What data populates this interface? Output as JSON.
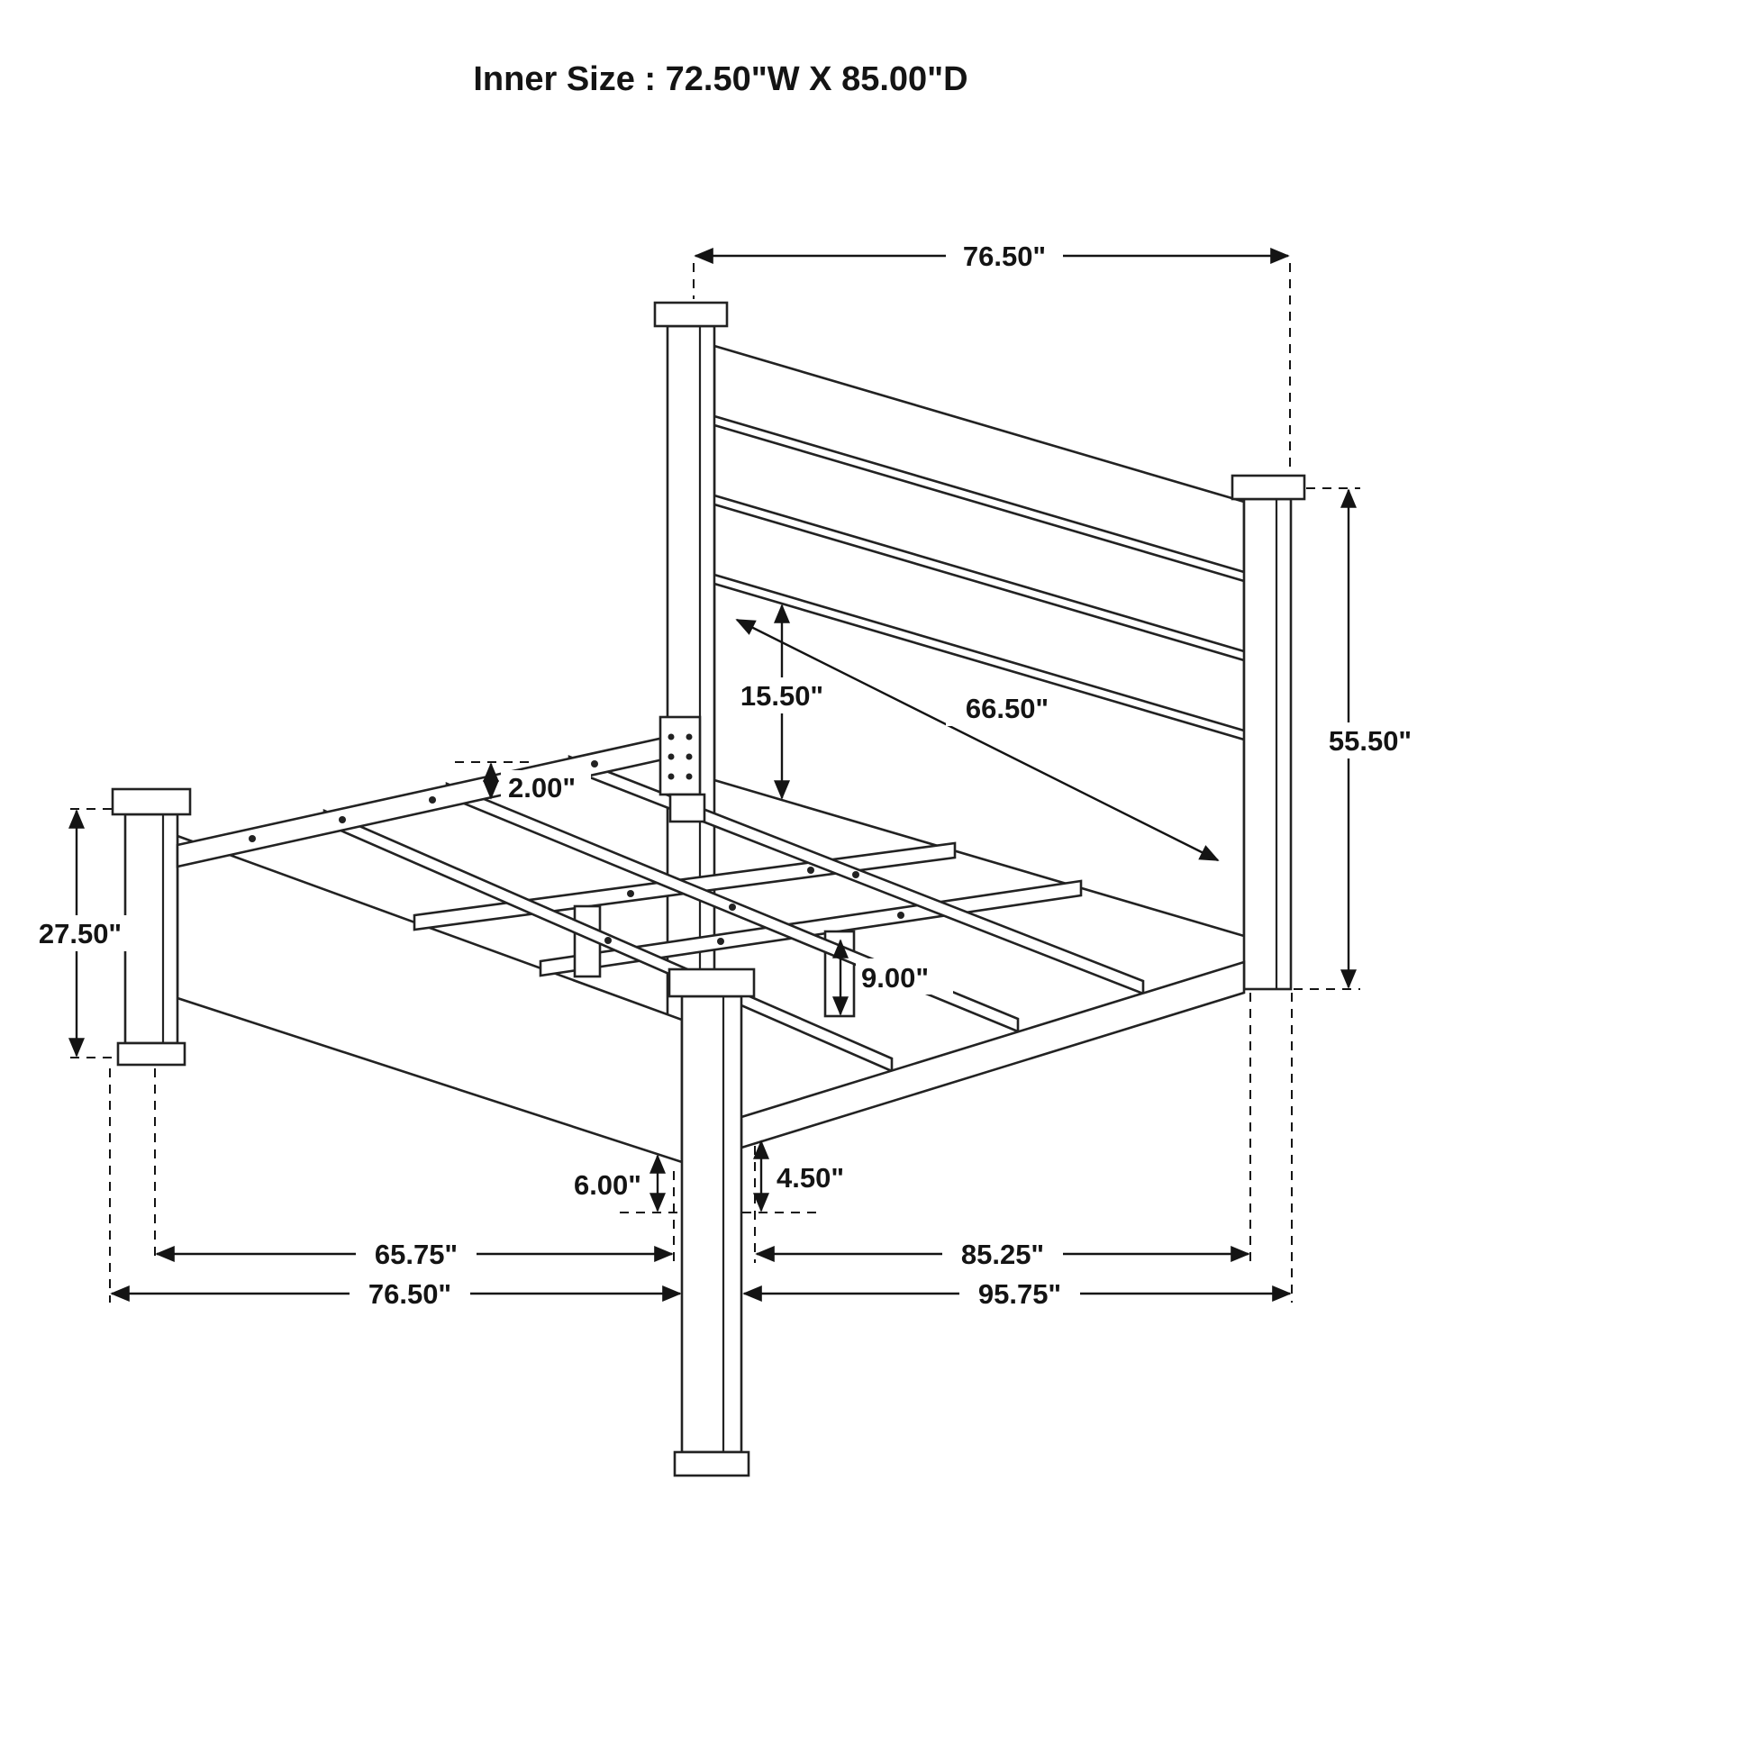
{
  "title": "Inner Size :  72.50\"W X 85.00\"D",
  "diagram": {
    "subject": "bed-frame-dimension-drawing",
    "line_color": "#141414"
  },
  "dimensions": {
    "top_width": "76.50\"",
    "post_height": "55.50\"",
    "headboard_diagonal": "66.50\"",
    "headboard_panel_height": "15.50\"",
    "slat_thickness": "2.00\"",
    "footboard_height": "27.50\"",
    "center_leg_height": "9.00\"",
    "footboard_clearance": "6.00\"",
    "rail_clearance": "4.50\"",
    "footboard_inner_span": "65.75\"",
    "rail_span": "85.25\"",
    "footboard_outer_width": "76.50\"",
    "total_outer_depth": "95.75\""
  }
}
